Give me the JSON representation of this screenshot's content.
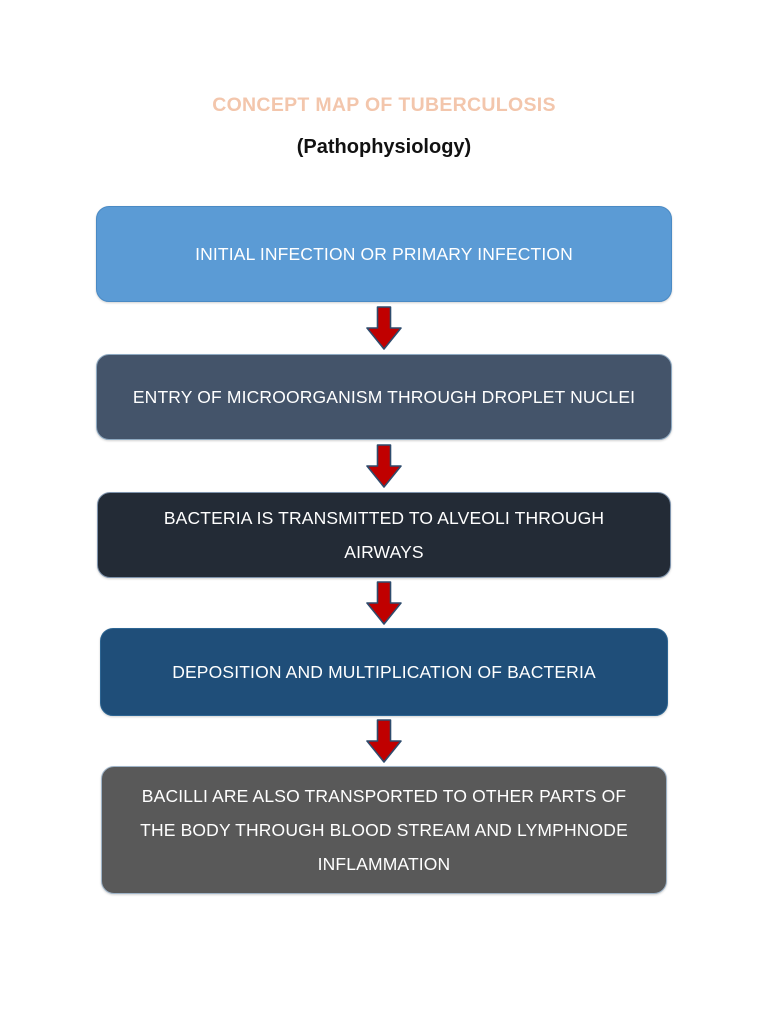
{
  "document": {
    "title": "CONCEPT MAP OF TUBERCULOSIS",
    "subtitle": "(Pathophysiology)"
  },
  "colors": {
    "title_text": "#F3C6AC",
    "subtitle_text": "#111111",
    "node_text": "#FFFFFF",
    "arrow_fill": "#C00000",
    "arrow_stroke": "#2E4C6D",
    "page_background": "#FFFFFF"
  },
  "chart_data": {
    "type": "diagram",
    "subtype": "vertical-flowchart",
    "title": "CONCEPT MAP OF TUBERCULOSIS",
    "subtitle": "(Pathophysiology)",
    "direction": "top-to-bottom",
    "connector": "red-down-arrow",
    "nodes": [
      {
        "id": "n1",
        "step": 1,
        "label": "INITIAL INFECTION OR PRIMARY INFECTION",
        "fill": "#5B9BD5",
        "border": "#4A8AC4",
        "text_color": "#FFFFFF",
        "lines": 1
      },
      {
        "id": "n2",
        "step": 2,
        "label": "ENTRY OF MICROORGANISM THROUGH DROPLET NUCLEI",
        "fill": "#44546A",
        "border": "#8EA9C1",
        "text_color": "#FFFFFF",
        "lines": 2
      },
      {
        "id": "n3",
        "step": 3,
        "label": "BACTERIA IS TRANSMITTED TO ALVEOLI THROUGH AIRWAYS",
        "fill": "#232B36",
        "border": "#7E93AC",
        "text_color": "#FFFFFF",
        "lines": 2
      },
      {
        "id": "n4",
        "step": 4,
        "label": "DEPOSITION AND MULTIPLICATION OF BACTERIA",
        "fill": "#1F4E79",
        "border": "#2D6593",
        "text_color": "#FFFFFF",
        "lines": 1
      },
      {
        "id": "n5",
        "step": 5,
        "label": "BACILLI ARE ALSO TRANSPORTED TO OTHER PARTS OF THE BODY THROUGH BLOOD STREAM AND LYMPHNODE INFLAMMATION",
        "fill": "#595959",
        "border": "#9FB4C8",
        "text_color": "#FFFFFF",
        "lines": 3
      }
    ],
    "edges": [
      {
        "from": "n1",
        "to": "n2",
        "style": "red-down-arrow"
      },
      {
        "from": "n2",
        "to": "n3",
        "style": "red-down-arrow"
      },
      {
        "from": "n3",
        "to": "n4",
        "style": "red-down-arrow"
      },
      {
        "from": "n4",
        "to": "n5",
        "style": "red-down-arrow"
      }
    ]
  }
}
